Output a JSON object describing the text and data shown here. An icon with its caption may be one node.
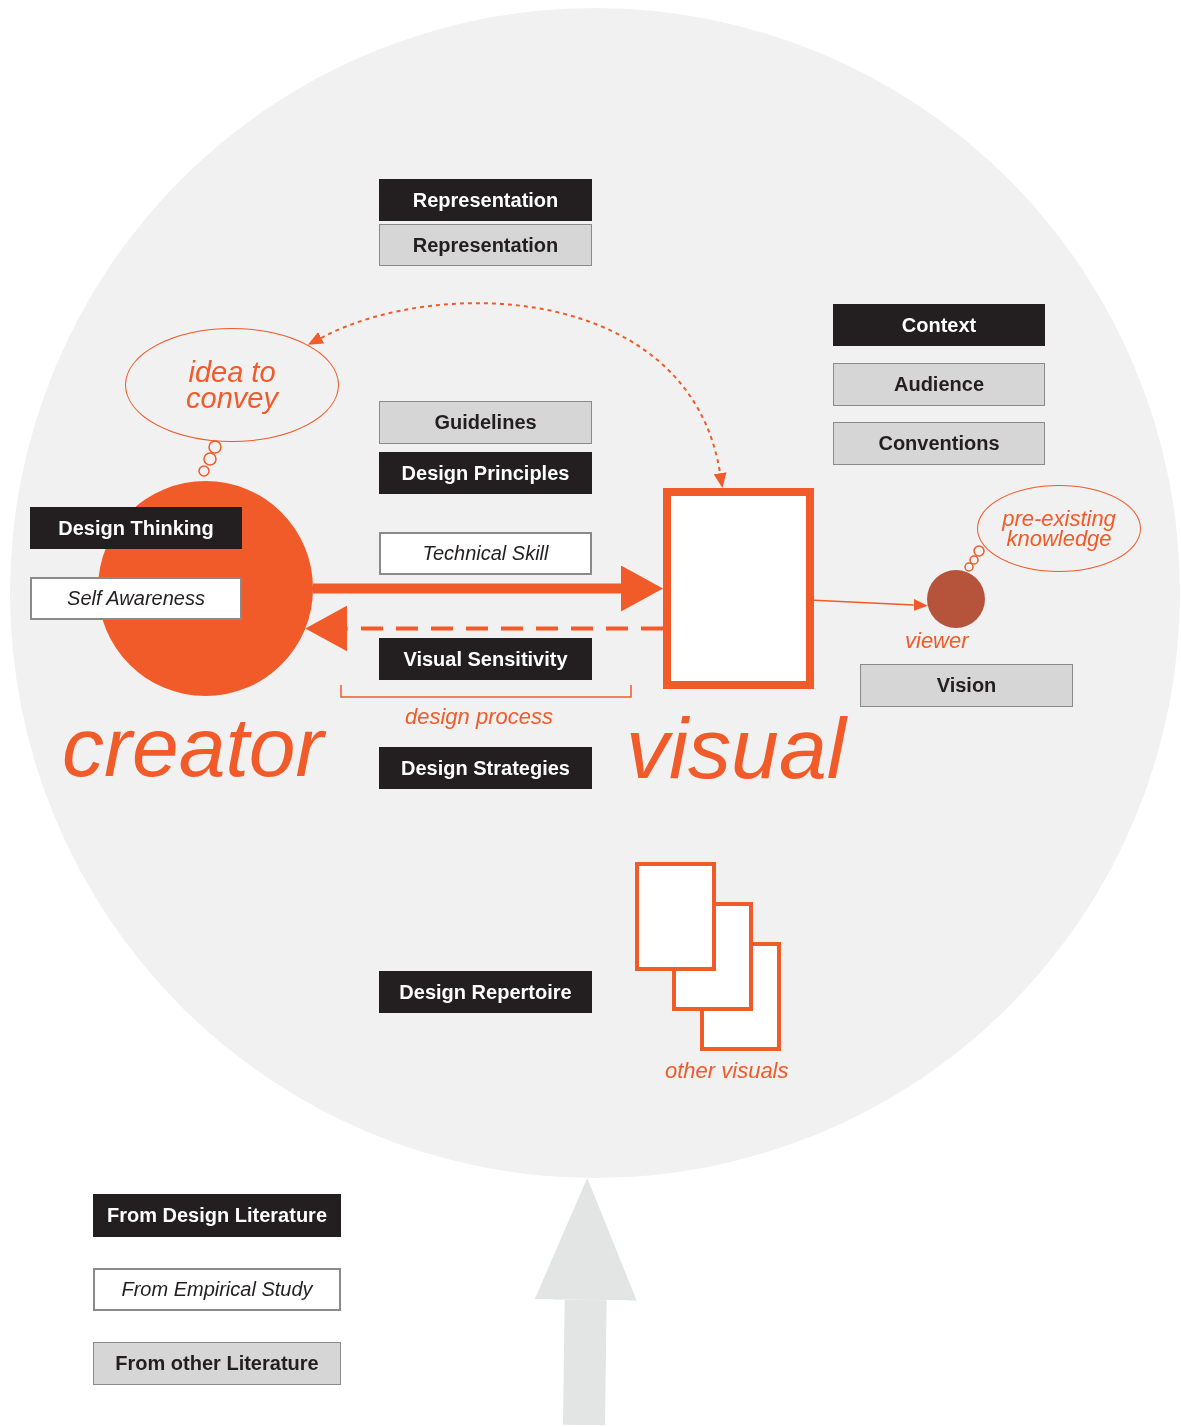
{
  "diagram": {
    "nodes": [
      {
        "text": [],
        "shape": "circle"
      },
      {
        "text": [
          "Representation"
        ],
        "in": 0
      },
      {
        "text": [
          "Representation"
        ],
        "in": 0
      },
      {
        "text": [
          "Context"
        ],
        "in": 0
      },
      {
        "text": [
          "idea to convey"
        ],
        "in": 0
      },
      {
        "text": [
          "Guidelines"
        ],
        "in": 0
      },
      {
        "text": [
          "Audience"
        ],
        "in": 0
      },
      {
        "text": [
          "Conventions"
        ],
        "in": 0
      },
      {
        "text": [
          "Design Principles"
        ],
        "in": 0
      },
      {
        "text": [
          "Design Thinking"
        ],
        "in": 0
      },
      {
        "text": [],
        "shape": "circle",
        "beside": [
          "creator"
        ],
        "in": 0
      },
      {
        "text": [
          "Self Awareness"
        ],
        "in": 0
      },
      {
        "text": [
          "Technical Skill"
        ],
        "in": 0
      },
      {
        "text": [],
        "shape": "box",
        "beside": [
          "visual"
        ],
        "in": 0
      },
      {
        "text": [
          "pre-existing knowledge"
        ],
        "in": 0
      },
      {
        "text": [],
        "shape": "circle",
        "beside": [
          "viewer"
        ],
        "in": 0
      },
      {
        "text": [
          "Visual Sensitivity"
        ],
        "in": 0
      },
      {
        "text": [
          "Vision"
        ],
        "in": 0
      },
      {
        "text": [
          "Design Strategies"
        ],
        "in": 0
      },
      {
        "text": [
          "Design Repertoire"
        ],
        "in": 0
      },
      {
        "text": [],
        "shape": "box",
        "beside": [
          "other visuals"
        ],
        "in": 0
      }
    ],
    "edges": [
      {
        "from": 10,
        "to": 13,
        "arrow": "to",
        "style": "thick"
      },
      {
        "from": 13,
        "to": 10,
        "arrow": "to",
        "style": "dashed"
      },
      {
        "from": 4,
        "to": 13,
        "arrow": "both",
        "style": "dashed"
      },
      {
        "from": 13,
        "to": 15,
        "arrow": "to"
      },
      {
        "from": null,
        "to": 0,
        "arrow": "to",
        "style": "thick",
        "color": "#e3e4e4"
      }
    ],
    "labels": [
      "design process"
    ],
    "legend": [
      {
        "text": "From Design Literature",
        "color": "#231f20"
      },
      {
        "text": "From Empirical Study",
        "color": "#ffffff"
      },
      {
        "text": "From other Literature",
        "color": "#d6d6d6"
      }
    ]
  }
}
